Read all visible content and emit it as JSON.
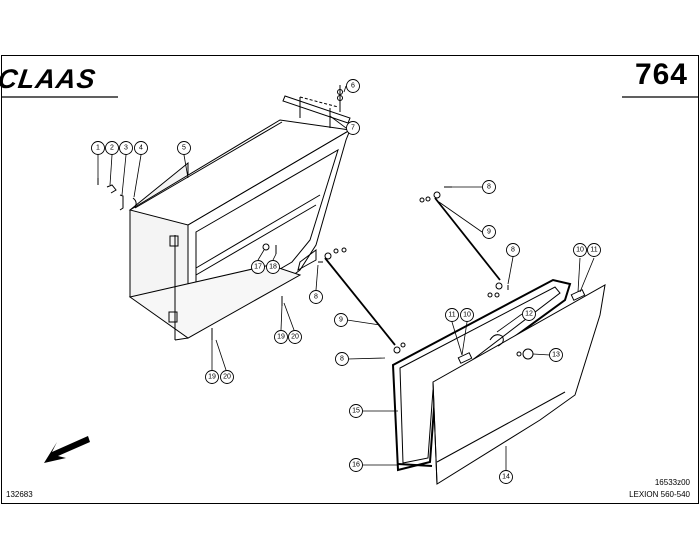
{
  "brand": {
    "logo_text": "CLAAS"
  },
  "header": {
    "page_number": "764"
  },
  "footer": {
    "drawing_id": "132683",
    "reference_code": "16533z00",
    "model": "LEXION 560-540"
  },
  "callouts": {
    "c1": "1",
    "c2": "2",
    "c3": "3",
    "c4": "4",
    "c5": "5",
    "c6": "6",
    "c7": "7",
    "c8a": "8",
    "c8b": "8",
    "c8c": "8",
    "c8d": "8",
    "c9a": "9",
    "c9b": "9",
    "c10a": "10",
    "c10b": "10",
    "c11a": "11",
    "c11b": "11",
    "c12": "12",
    "c13": "13",
    "c14": "14",
    "c15": "15",
    "c16": "16",
    "c17": "17",
    "c18": "18",
    "c19a": "19",
    "c19b": "19",
    "c20a": "20",
    "c20b": "20"
  }
}
